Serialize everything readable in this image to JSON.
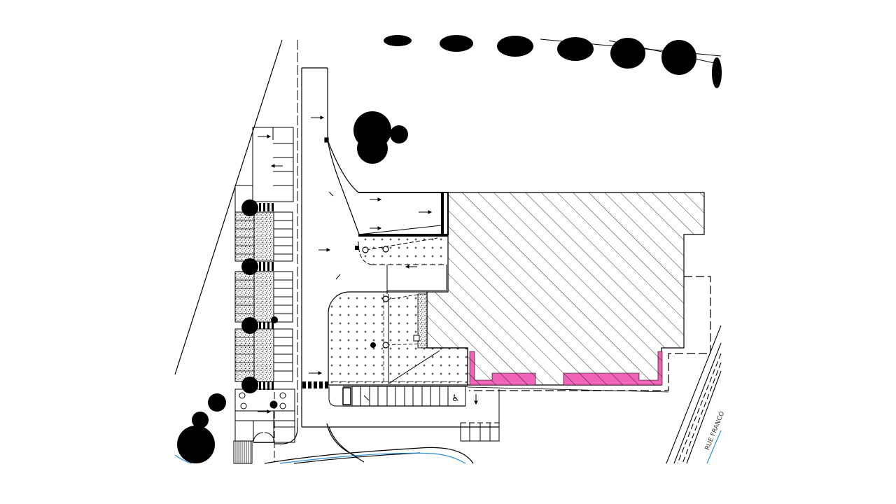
{
  "drawing": {
    "type": "site-plan",
    "street_label": "RUE FRANCO",
    "colors": {
      "line": "#000000",
      "hatch": "#000000",
      "highlight_fill": "#f063b8",
      "water_line": "#2a8fd6",
      "background": "#ffffff"
    }
  },
  "legend": {
    "building_hatched": "hatched building footprint",
    "highlighted_zones": "pink highlighted strips",
    "paved_dotted": "dotted paved plaza",
    "parking_stalls": "parking stalls",
    "trees": "trees"
  }
}
